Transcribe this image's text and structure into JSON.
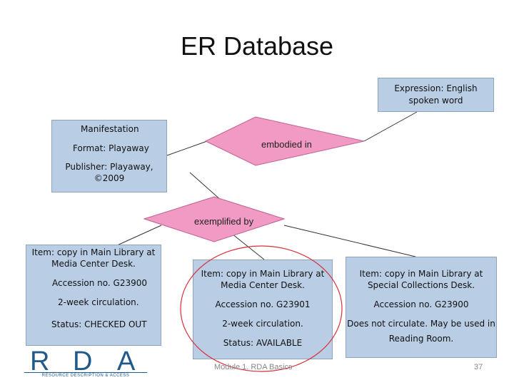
{
  "title": "ER Database",
  "expression": {
    "lines": [
      "Expression: English",
      "spoken word"
    ]
  },
  "manifestation": {
    "heading": "Manifestation",
    "format": "Format: Playaway",
    "publisher": [
      "Publisher: Playaway,",
      "©2009"
    ]
  },
  "relationships": {
    "embodied": "embodied in",
    "exemplified": "exemplified by"
  },
  "item1": {
    "desc": [
      "Item: copy in Main Library at",
      "Media Center Desk."
    ],
    "accession": "Accession no. G23900",
    "circulation": "2-week circulation.",
    "status": "Status: CHECKED OUT"
  },
  "item2": {
    "desc": [
      "Item: copy in Main Library at",
      "Media Center Desk."
    ],
    "accession": "Accession no. G23901",
    "circulation": "2-week circulation.",
    "status": "Status: AVAILABLE"
  },
  "item3": {
    "desc": [
      "Item: copy in Main Library at",
      "Special Collections Desk."
    ],
    "accession": "Accession no. G23900",
    "note": [
      "Does not circulate. May be used in",
      "Reading Room."
    ]
  },
  "logo": {
    "letters": [
      "R",
      "D",
      "A"
    ],
    "tagline": "RESOURCE DESCRIPTION & ACCESS"
  },
  "footer": {
    "module": "Module 1. RDA Basics",
    "page": "37"
  },
  "colors": {
    "entity": "#b9cde5",
    "relationship": "#f09ac4",
    "highlight": "#d9303a",
    "logo": "#1f5a8a"
  }
}
